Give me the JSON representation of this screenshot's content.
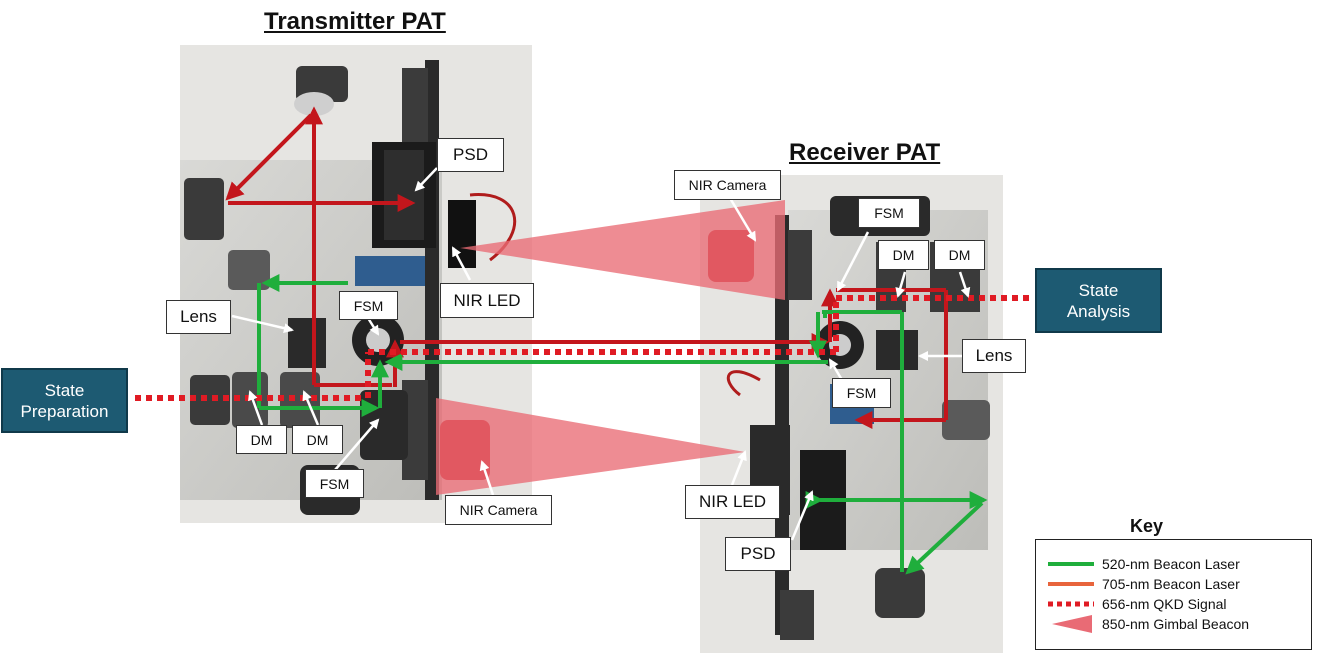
{
  "titles": {
    "transmitter": "Transmitter PAT",
    "receiver": "Receiver PAT"
  },
  "transmitter_labels": {
    "psd": "PSD",
    "nir_led": "NIR LED",
    "fsm_top": "FSM",
    "lens": "Lens",
    "dm1": "DM",
    "dm2": "DM",
    "fsm_bottom": "FSM",
    "nir_camera": "NIR Camera"
  },
  "receiver_labels": {
    "nir_camera": "NIR Camera",
    "fsm_top": "FSM",
    "dm1": "DM",
    "dm2": "DM",
    "lens": "Lens",
    "fsm_mid": "FSM",
    "nir_led": "NIR LED",
    "psd": "PSD"
  },
  "state_boxes": {
    "preparation_line1": "State",
    "preparation_line2": "Preparation",
    "analysis_line1": "State",
    "analysis_line2": "Analysis"
  },
  "key": {
    "title": "Key",
    "items": [
      {
        "label": "520-nm Beacon Laser",
        "color": "#1fae3c",
        "style": "solid"
      },
      {
        "label": "705-nm Beacon Laser",
        "color": "#e8643c",
        "style": "solid"
      },
      {
        "label": "656-nm QKD Signal",
        "color": "#e01b24",
        "style": "dotted"
      },
      {
        "label": "850-nm Gimbal Beacon",
        "color": "#e96b75",
        "style": "wedge"
      }
    ]
  },
  "colors": {
    "green_beam": "#1fae3c",
    "red_beam": "#c3161c",
    "qkd_signal": "#e01b24",
    "gimbal_beacon": "#e96b75",
    "state_box": "#1d5a72"
  }
}
